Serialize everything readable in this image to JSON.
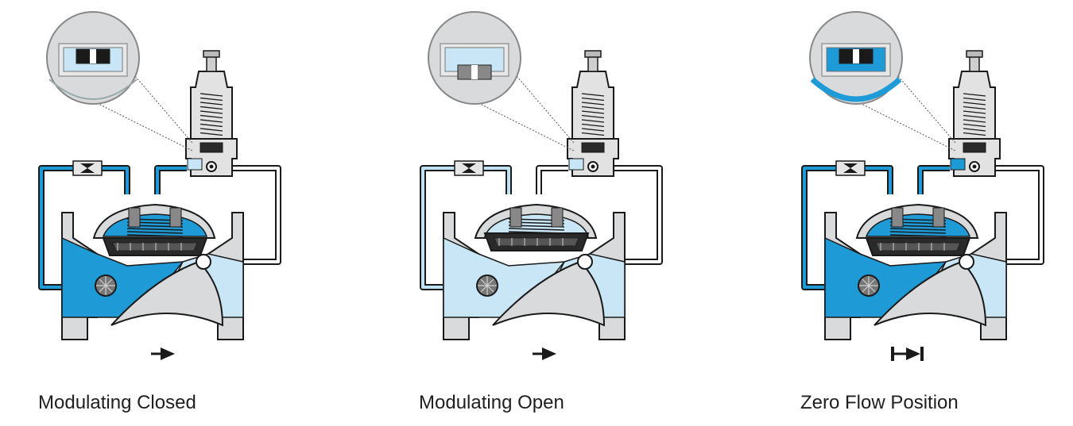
{
  "panels": [
    {
      "caption": "Modulating Closed",
      "state": "closed",
      "flow_indicator": "arrow",
      "colors": {
        "pressurized": "#1e9ad6",
        "light_water": "#c8e6f6",
        "body": "#d9dadb",
        "outline": "#1a1a1a"
      }
    },
    {
      "caption": "Modulating Open",
      "state": "open",
      "flow_indicator": "arrow",
      "colors": {
        "pressurized": "#bfe2f5",
        "light_water": "#c8e6f6",
        "body": "#d9dadb",
        "outline": "#1a1a1a"
      }
    },
    {
      "caption": "Zero Flow Position",
      "state": "zero-flow",
      "flow_indicator": "stop-arrow",
      "colors": {
        "pressurized": "#1e9ad6",
        "light_water": "#c8e6f6",
        "body": "#d9dadb",
        "outline": "#1a1a1a"
      }
    }
  ]
}
